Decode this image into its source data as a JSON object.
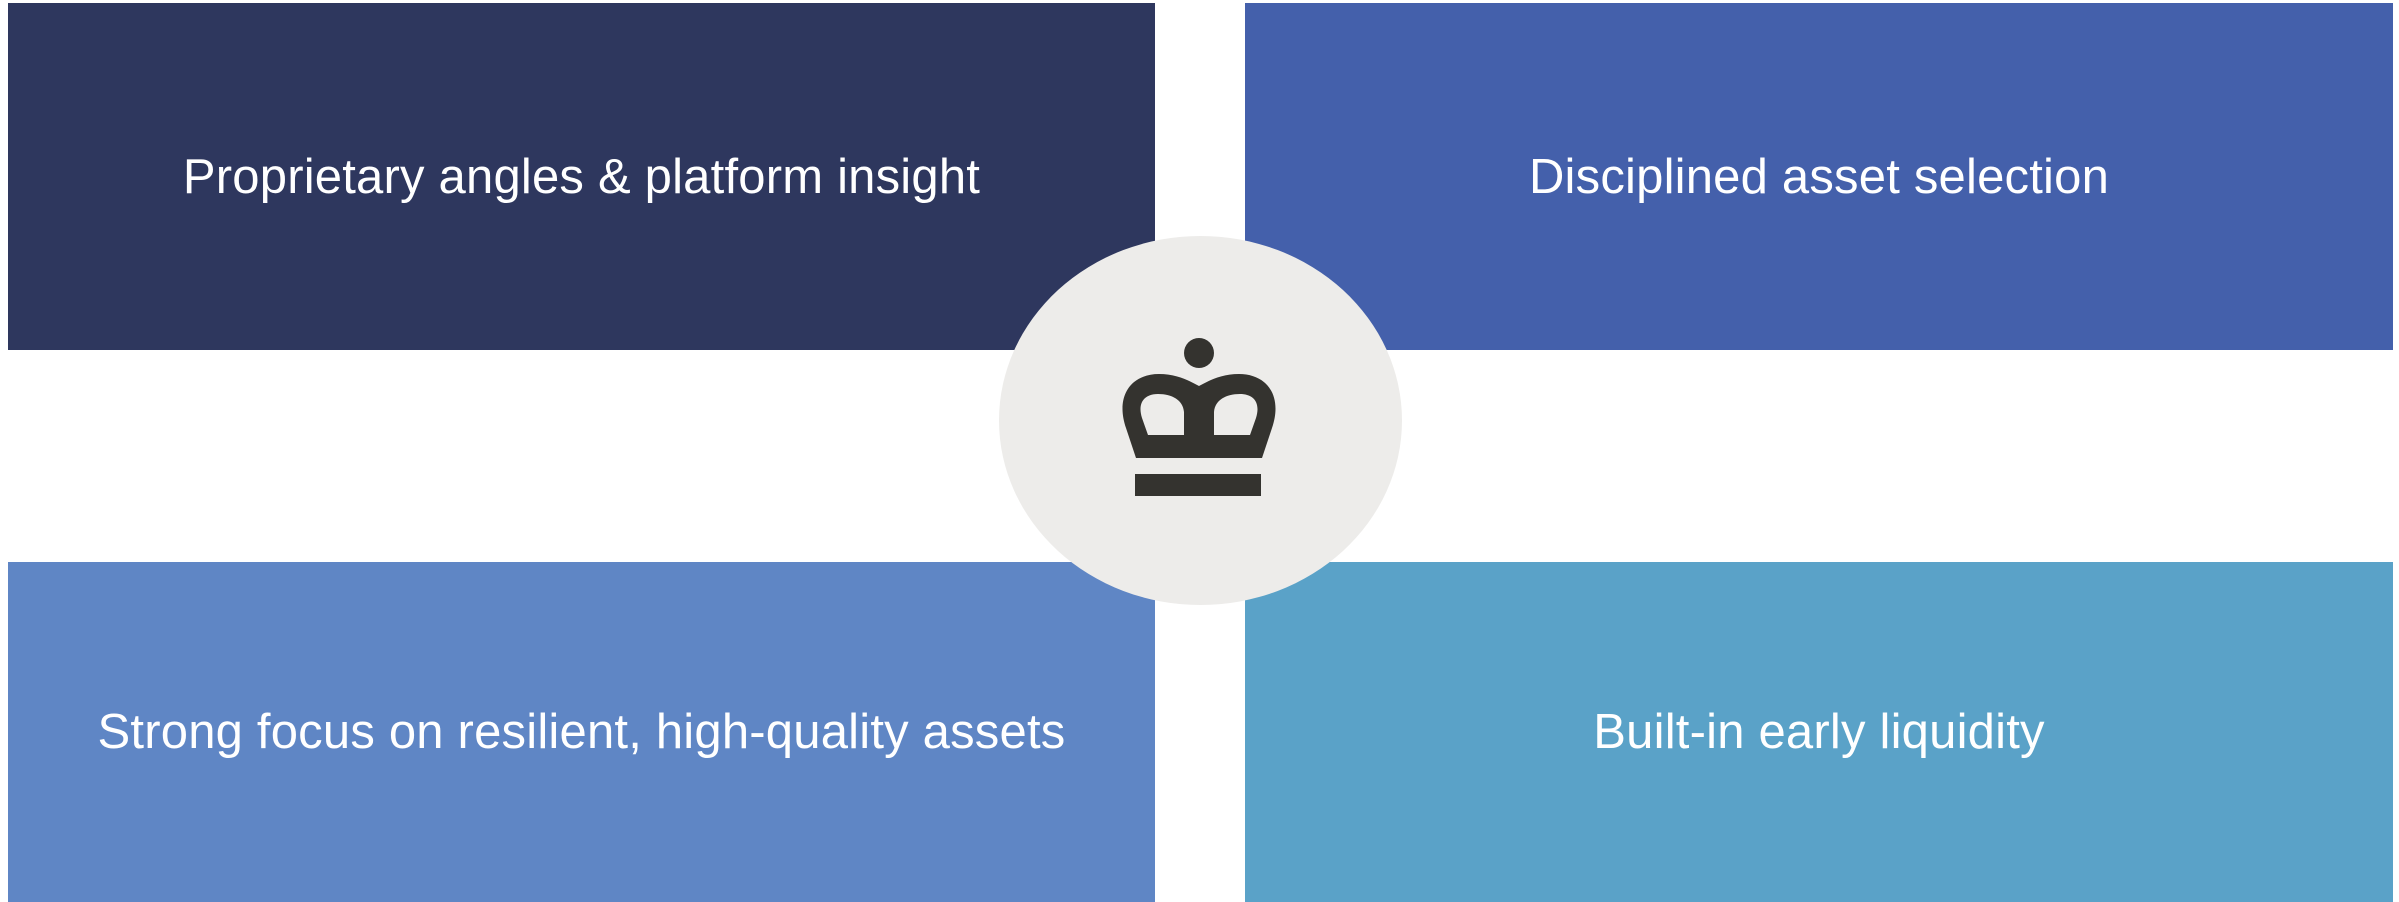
{
  "quadrants": {
    "top_left": {
      "label": "Proprietary angles & platform insight",
      "color": "#2e375e"
    },
    "top_right": {
      "label": "Disciplined asset selection",
      "color": "#4460ab"
    },
    "bottom_left": {
      "label": "Strong focus on resilient, high-quality assets",
      "color": "#5f86c5"
    },
    "bottom_right": {
      "label": "Built-in early liquidity",
      "color": "#5aa2c8"
    }
  },
  "center": {
    "icon": "crown-icon",
    "background": "#edecea",
    "icon_color": "#34332f"
  }
}
